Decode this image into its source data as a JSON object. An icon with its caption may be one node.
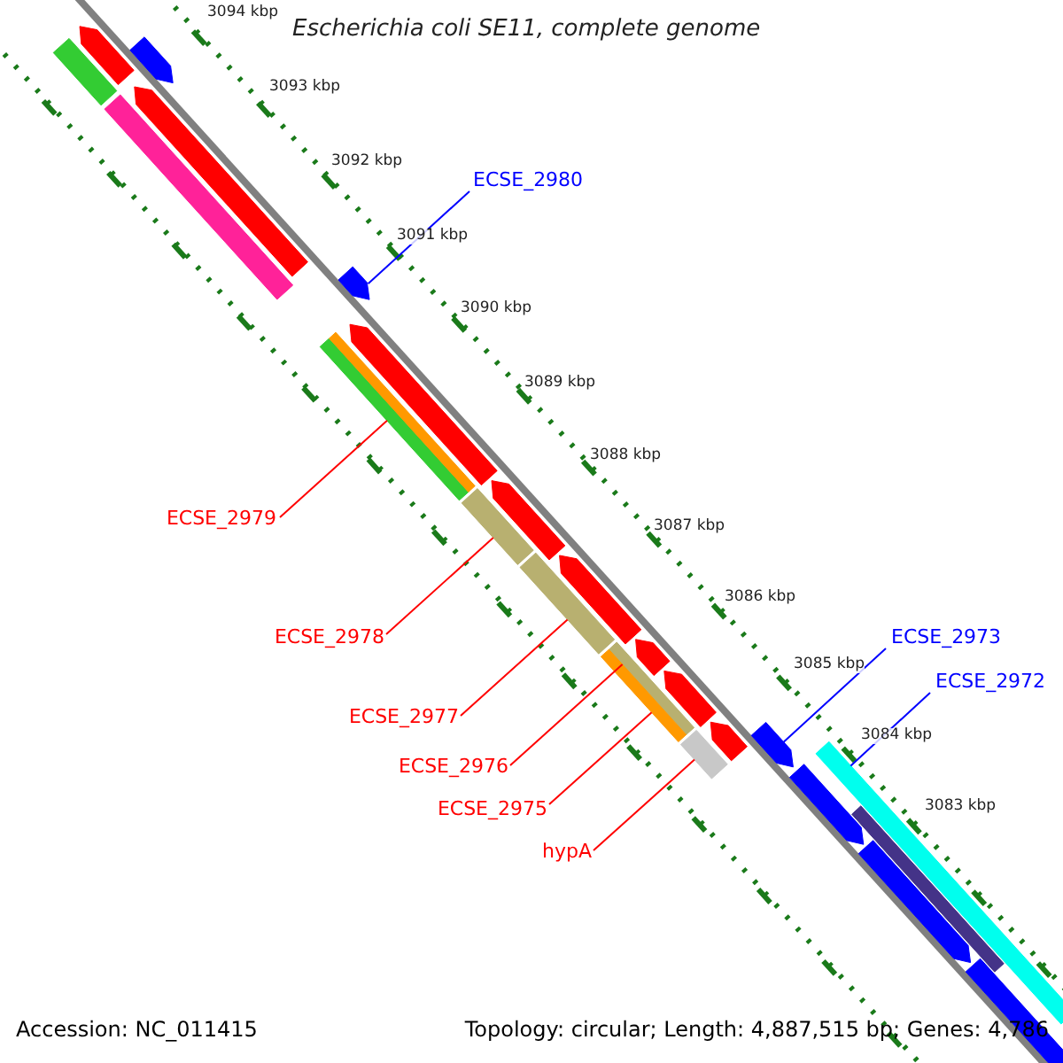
{
  "diagram": {
    "title": "Escherichia coli SE11, complete genome",
    "nodes": [
      {
        "text": [
          "ECSE_2980"
        ]
      },
      {
        "text": [
          "ECSE_2979"
        ]
      },
      {
        "text": [
          "ECSE_2978"
        ]
      },
      {
        "text": [
          "ECSE_2977"
        ]
      },
      {
        "text": [
          "ECSE_2976"
        ]
      },
      {
        "text": [
          "ECSE_2975"
        ]
      },
      {
        "text": [
          "hypA"
        ]
      },
      {
        "text": [
          "ECSE_2973"
        ]
      },
      {
        "text": [
          "ECSE_2972"
        ]
      },
      {
        "text": [],
        "shape": "bar"
      },
      {
        "text": [],
        "shape": "bar"
      },
      {
        "text": [],
        "shape": "bar"
      },
      {
        "text": [],
        "shape": "bar"
      },
      {
        "text": [],
        "shape": "bar"
      },
      {
        "text": [],
        "shape": "bar"
      },
      {
        "text": [],
        "shape": "bar"
      },
      {
        "text": [],
        "shape": "bar"
      },
      {
        "text": [],
        "shape": "bar"
      },
      {
        "text": [],
        "shape": "bar"
      },
      {
        "text": [],
        "shape": "bar"
      },
      {
        "text": [],
        "shape": "bar"
      },
      {
        "text": [],
        "shape": "bar"
      },
      {
        "text": [],
        "shape": "bar"
      },
      {
        "text": [],
        "shape": "bar"
      },
      {
        "text": [],
        "shape": "bar"
      },
      {
        "text": [],
        "shape": "bar"
      },
      {
        "text": [],
        "shape": "bar"
      },
      {
        "text": [],
        "shape": "bar"
      },
      {
        "text": [],
        "shape": "bar"
      },
      {
        "text": [],
        "shape": "bar"
      },
      {
        "text": [],
        "shape": "bar"
      },
      {
        "text": [],
        "shape": "bar"
      },
      {
        "text": [],
        "shape": "bar"
      },
      {
        "text": [],
        "shape": "bar"
      }
    ],
    "edges": [
      {
        "from": 0,
        "to": 14,
        "arrow": "none",
        "color": "#0000ff"
      },
      {
        "from": 1,
        "to": 15,
        "arrow": "none"
      },
      {
        "from": 2,
        "to": 18,
        "arrow": "none"
      },
      {
        "from": 3,
        "to": 20,
        "arrow": "none"
      },
      {
        "from": 4,
        "to": 22,
        "arrow": "none"
      },
      {
        "from": 5,
        "to": 23,
        "arrow": "none"
      },
      {
        "from": 6,
        "to": 26,
        "arrow": "none"
      },
      {
        "from": 7,
        "to": 28,
        "arrow": "none",
        "color": "#0000ff"
      },
      {
        "from": 8,
        "to": 30,
        "arrow": "none",
        "color": "#0000ff"
      }
    ],
    "labels": [
      "3094 kbp",
      "3093 kbp",
      "3092 kbp",
      "3091 kbp",
      "3090 kbp",
      "3089 kbp",
      "3088 kbp",
      "3087 kbp",
      "3086 kbp",
      "3085 kbp",
      "3084 kbp",
      "3083 kbp",
      "Accession: NC_011415",
      "Topology: circular; Length: 4,887,515 bp; Genes: 4,786"
    ]
  }
}
